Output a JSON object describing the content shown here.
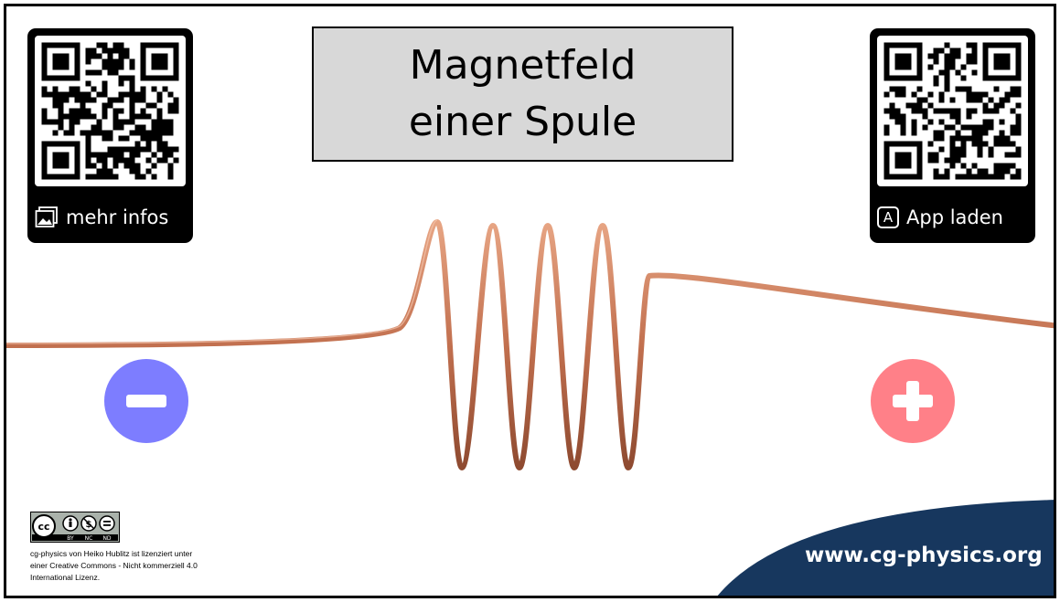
{
  "title": "Magnetfeld einer Spule",
  "qr_left": {
    "label": "mehr infos",
    "icon": "image-icon"
  },
  "qr_right": {
    "label": "App laden",
    "icon": "app-store-icon",
    "icon_letter": "A"
  },
  "poles": {
    "negative": {
      "color": "#7d7dff",
      "icon": "minus-icon"
    },
    "positive": {
      "color": "#ff8088",
      "icon": "plus-icon"
    }
  },
  "coil": {
    "color": "#c8785a",
    "turns": 4
  },
  "license": {
    "badge": {
      "cc": "cc",
      "labels": [
        "BY",
        "NC",
        "ND"
      ]
    },
    "text": "cg-physics von Heiko Hublitz ist lizenziert unter einer Creative Commons - Nicht kommerziell 4.0 International Lizenz."
  },
  "footer": {
    "url": "www.cg-physics.org",
    "band_color": "#17375e"
  }
}
